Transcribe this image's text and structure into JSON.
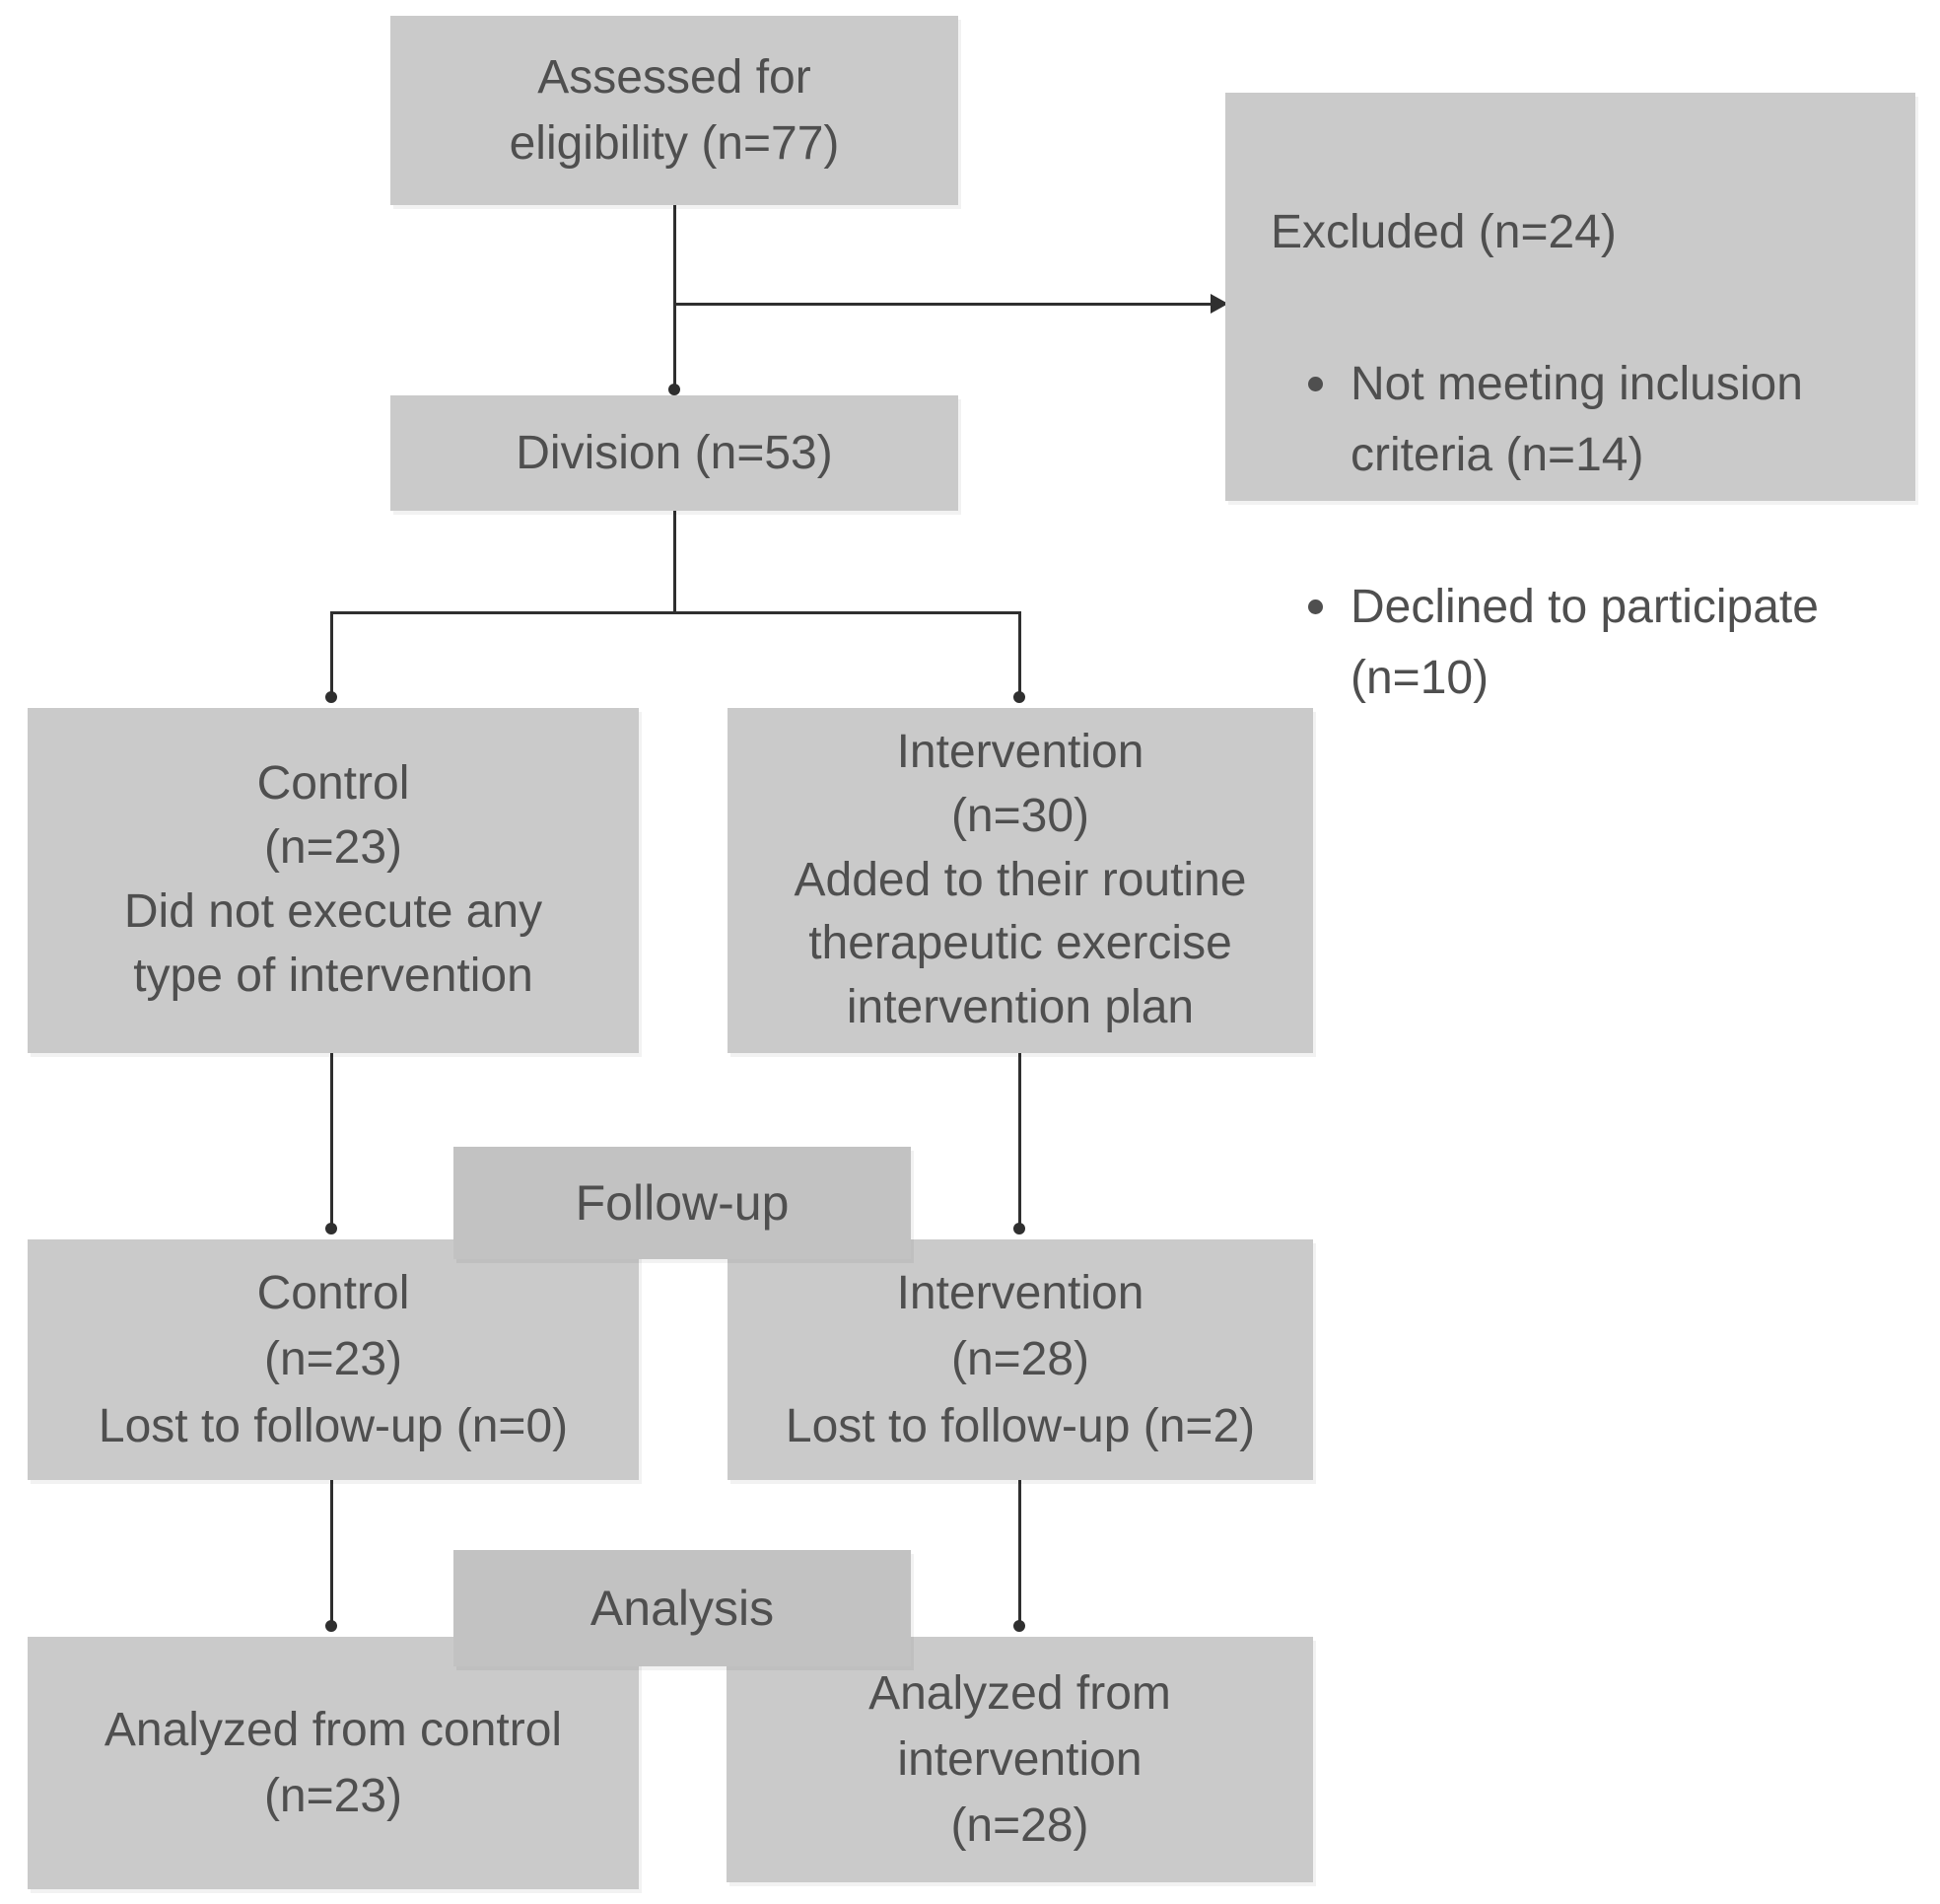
{
  "diagram": {
    "type": "consort-flowchart",
    "colors": {
      "box_fill": "#cacaca",
      "band_fill": "#c2c2c2",
      "text": "#4f4f4f",
      "line": "#2f2f2f",
      "background": "#ffffff"
    },
    "nodes": {
      "assessed": {
        "text": "Assessed for\neligibility (n=77)"
      },
      "excluded": {
        "heading": "Excluded (n=24)",
        "bullets": [
          "Not meeting inclusion\ncriteria (n=14)",
          "Declined to participate\n(n=10)"
        ]
      },
      "division": {
        "text": "Division (n=53)"
      },
      "control_allocation": {
        "text": "Control\n(n=23)\nDid not execute any\ntype of intervention"
      },
      "intervention_allocation": {
        "text": "Intervention\n(n=30)\nAdded to their routine\ntherapeutic exercise\nintervention plan"
      },
      "followup_label": {
        "text": "Follow-up"
      },
      "control_followup": {
        "text": "Control\n(n=23)\nLost to follow-up (n=0)"
      },
      "intervention_followup": {
        "text": "Intervention\n(n=28)\nLost to follow-up (n=2)"
      },
      "analysis_label": {
        "text": "Analysis"
      },
      "control_analysis": {
        "text": "Analyzed from control\n(n=23)"
      },
      "intervention_analysis": {
        "text": "Analyzed from\nintervention\n(n=28)"
      }
    }
  }
}
